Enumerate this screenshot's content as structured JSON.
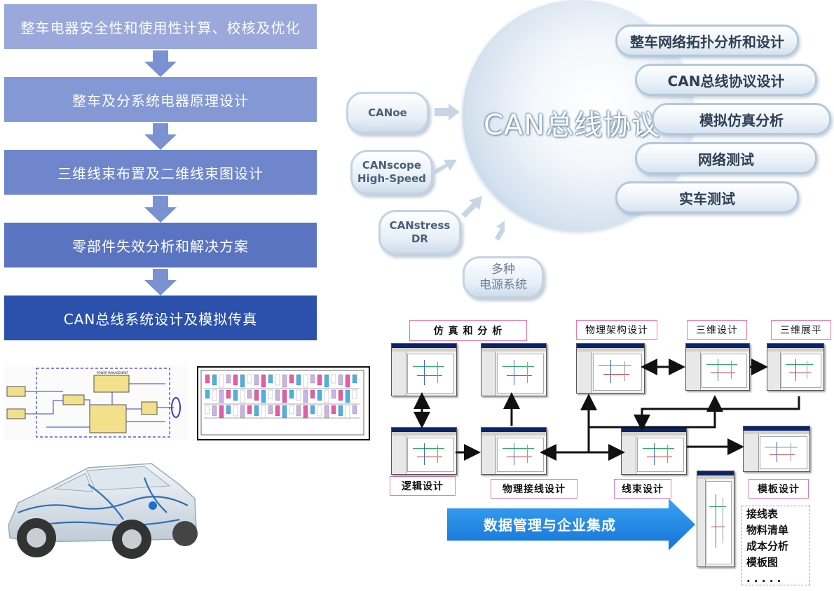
{
  "flow": {
    "steps": [
      {
        "label": "整车电器安全性和使用性计算、校核及优化",
        "color": "#9aa8dc"
      },
      {
        "label": "整车及分系统电器原理设计",
        "color": "#8498d6"
      },
      {
        "label": "三维线束布置及二维线束图设计",
        "color": "#6f86cc"
      },
      {
        "label": "零部件失效分析和解决方案",
        "color": "#5a74c2"
      },
      {
        "label": "CAN总线系统设计及模拟传真",
        "color": "#2b51ad"
      }
    ],
    "arrow_color": "#7a92d2"
  },
  "can": {
    "center_title": "CAN总线协议",
    "functions": [
      "整车网络拓扑分析和设计",
      "CAN总线协议设计",
      "模拟仿真分析",
      "网络测试",
      "实车测试"
    ],
    "tools": [
      {
        "line1": "CANoe",
        "line2": ""
      },
      {
        "line1": "CANscope",
        "line2": "High-Speed"
      },
      {
        "line1": "CANstress",
        "line2": "DR"
      },
      {
        "line1": "多种",
        "line2": "电源系统"
      }
    ]
  },
  "workflow": {
    "labels": {
      "sim": "仿 真 和 分 析",
      "phys_arch": "物理架构设计",
      "three_d": "三维设计",
      "unfold": "三维展平",
      "logic": "逻辑设计",
      "phys_wiring": "物理接线设计",
      "harness": "线束设计",
      "template": "模板设计"
    },
    "data_mgmt": "数据管理与企业集成",
    "outputs": [
      "接线表",
      "物料清单",
      "成本分析",
      "模板图",
      ". . . . ."
    ]
  },
  "colors": {
    "accent_blue": "#1e88e5",
    "pink_border": "#e37ab7"
  },
  "icons": [
    "schematic-image",
    "wiring-drawing-image",
    "car-harness-image"
  ]
}
